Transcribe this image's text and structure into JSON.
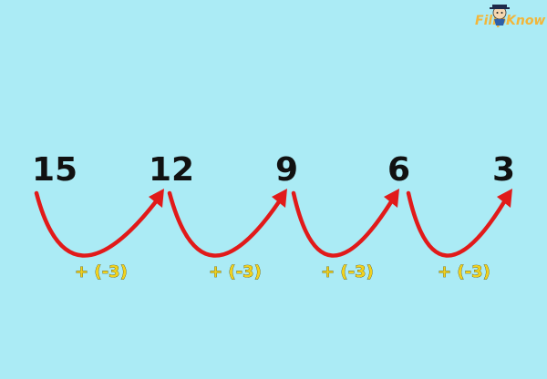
{
  "logo": {
    "text_left": "Filipi",
    "text_right": "Know",
    "icon": "student-mascot-icon"
  },
  "sequence": {
    "numbers": [
      "15",
      "12",
      "9",
      "6",
      "3"
    ],
    "steps": [
      "+ (-3)",
      "+ (-3)",
      "+ (-3)",
      "+ (-3)"
    ]
  },
  "colors": {
    "background": "#abebf5",
    "numbers": "#111111",
    "arc": "#e11a1a",
    "step_label": "#f1d21e",
    "logo": "#f2b63a"
  }
}
